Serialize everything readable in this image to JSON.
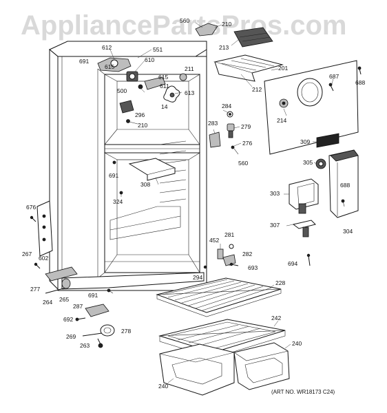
{
  "watermark": "AppliancePartsPros.com",
  "art_number": "(ART NO. WR18173 C24)",
  "part_labels": {
    "p560a": "560",
    "p210a": "210",
    "p213": "213",
    "p201": "201",
    "p212": "212",
    "p687": "687",
    "p688a": "688",
    "p612": "612",
    "p691a": "691",
    "p615a": "615",
    "p551": "551",
    "p610": "610",
    "p211": "211",
    "p615b": "615",
    "p611": "611",
    "p500": "500",
    "p613": "613",
    "p14": "14",
    "p296": "296",
    "p210b": "210",
    "p284": "284",
    "p283": "283",
    "p279": "279",
    "p276": "276",
    "p560b": "560",
    "p214": "214",
    "p309": "309",
    "p305": "305",
    "p691b": "691",
    "p308": "308",
    "p324": "324",
    "p303": "303",
    "p688b": "688",
    "p676": "676",
    "p307": "307",
    "p304": "304",
    "p267": "267",
    "p602": "602",
    "p452": "452",
    "p281": "281",
    "p282": "282",
    "p693": "693",
    "p694": "694",
    "p277": "277",
    "p264": "264",
    "p265": "265",
    "p294": "294",
    "p228": "228",
    "p691c": "691",
    "p287": "287",
    "p692": "692",
    "p242": "242",
    "p269": "269",
    "p278": "278",
    "p263": "263",
    "p240a": "240",
    "p240b": "240"
  }
}
